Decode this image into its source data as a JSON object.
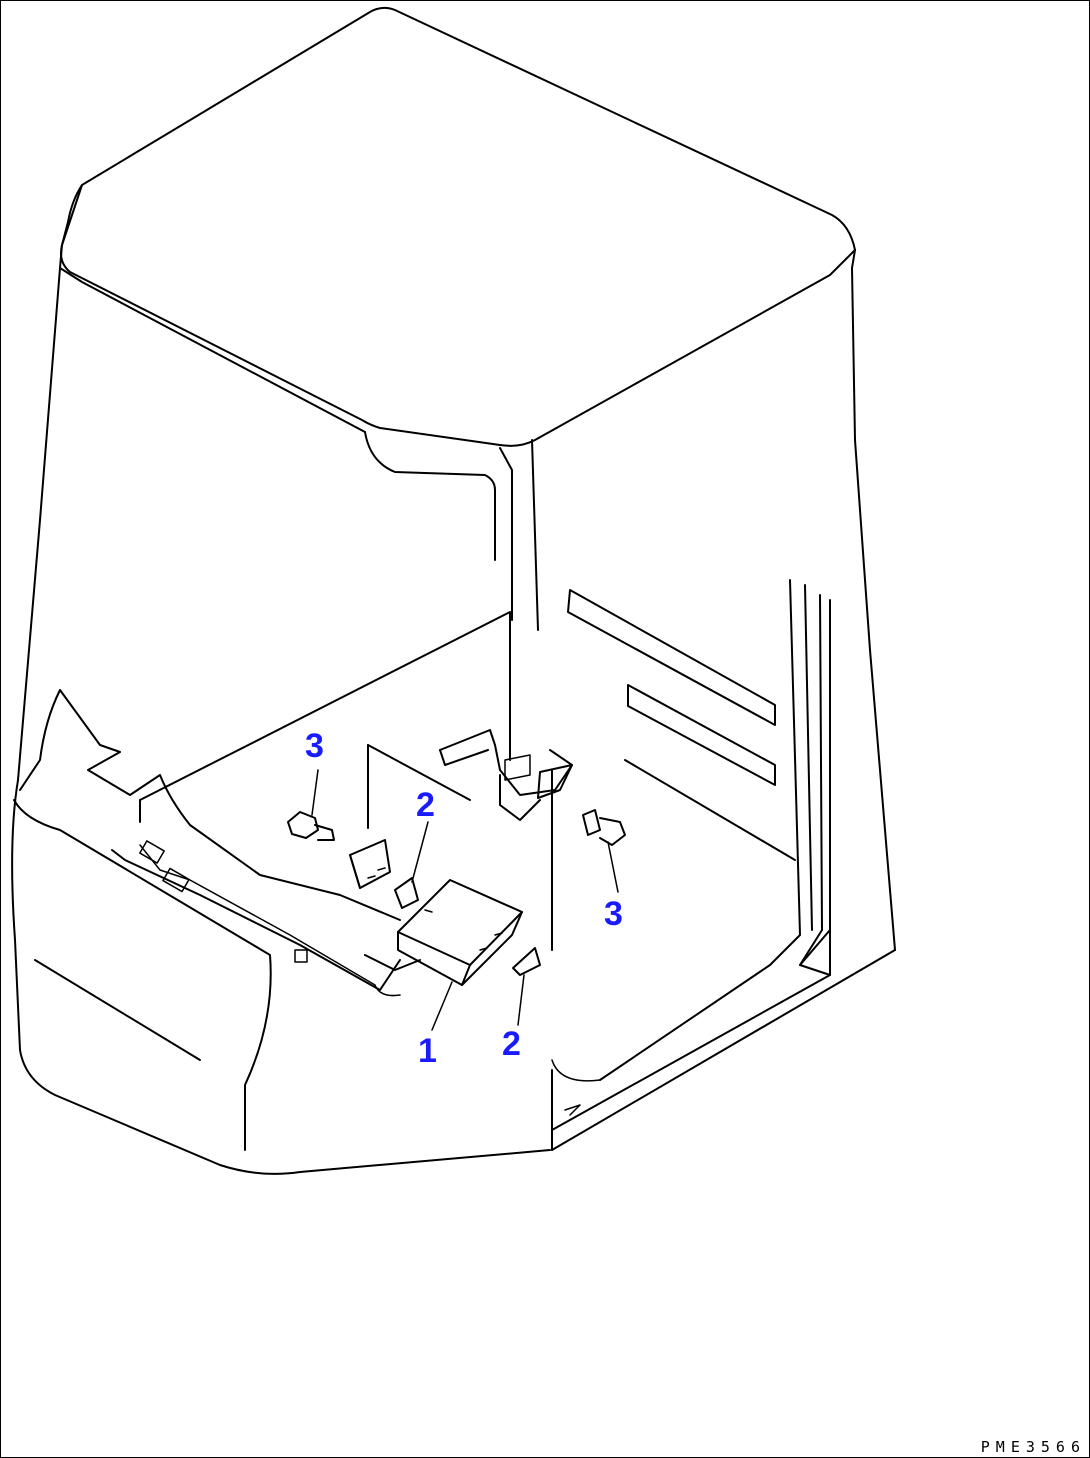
{
  "callouts": {
    "part_1": "1",
    "part_2_upper": "2",
    "part_2_lower": "2",
    "part_3_left": "3",
    "part_3_right": "3"
  },
  "drawing_code": "PME3566"
}
